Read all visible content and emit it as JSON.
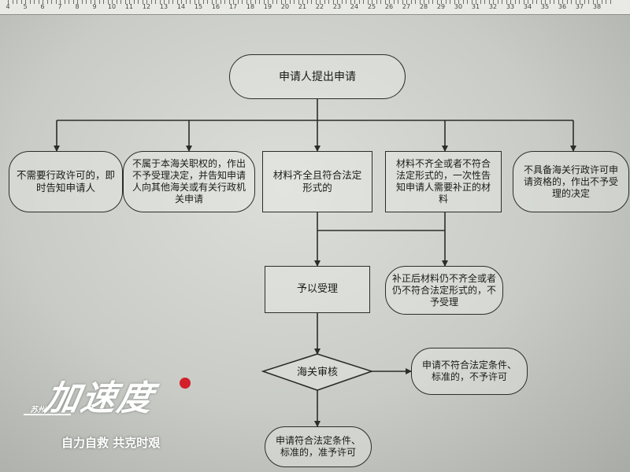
{
  "ruler": {
    "labels": [
      "4",
      "5",
      "6",
      "7",
      "8",
      "9",
      "10",
      "11",
      "12",
      "13",
      "14",
      "15",
      "16",
      "17",
      "18",
      "19",
      "20",
      "21",
      "22",
      "23",
      "24",
      "25",
      "26",
      "27",
      "28",
      "29",
      "30",
      "31",
      "32",
      "33",
      "34",
      "35",
      "36",
      "37",
      "38"
    ]
  },
  "flowchart": {
    "start": "申请人提出申请",
    "branch_1": "不需要行政许可的，即时告知申请人",
    "branch_2": "不属于本海关职权的，作出不予受理决定，并告知申请人向其他海关或有关行政机关申请",
    "branch_3": "材料齐全且符合法定形式的",
    "branch_4": "材料不齐全或者不符合法定形式的，一次性告知申请人需要补正的材料",
    "branch_5": "不具备海关行政许可申请资格的，作出不予受理的决定",
    "accept": "予以受理",
    "not_accept": "补正后材料仍不齐全或者仍不符合法定形式的，不予受理",
    "review": "海关审核",
    "reject": "申请不符合法定条件、标准的，不予许可",
    "approve": "申请符合法定条件、标准的，准予许可"
  },
  "watermark": {
    "city": "苏州",
    "title": "加速度",
    "slogan": "自力自救 共克时艰"
  },
  "colors": {
    "line": "#2b2d29",
    "text": "#1a1b18",
    "watermark_red": "#d3202a"
  }
}
